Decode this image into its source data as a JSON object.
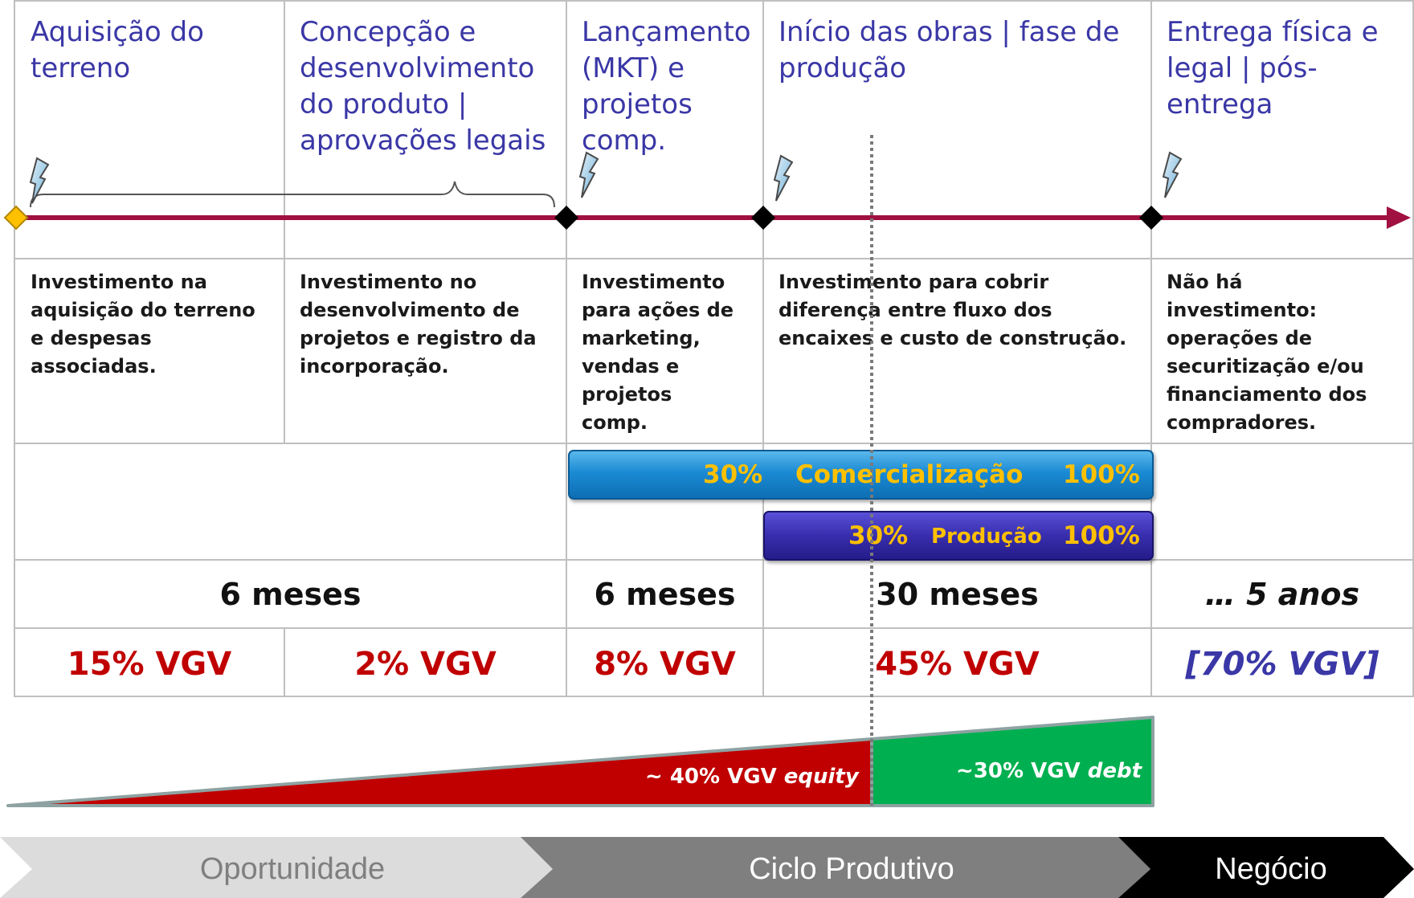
{
  "stages": [
    {
      "id": "terreno",
      "title": "Aquisição do\nterreno",
      "description": "Investimento na\naquisição do terreno\ne despesas\nassociadas."
    },
    {
      "id": "concepcao",
      "title": "Concepção e\ndesenvolvimento\ndo produto |\naprovações legais",
      "description": "Investimento no\ndesenvolvimento de\nprojetos e registro da\nincorporação."
    },
    {
      "id": "lancamento",
      "title": "Lançamento\n(MKT) e\nprojetos\ncomp.",
      "description": "Investimento\npara ações de\nmarketing,\nvendas e\nprojetos\ncomp."
    },
    {
      "id": "obras",
      "title": "Início das obras | fase de\nprodução",
      "description": "Investimento para cobrir\ndiferença entre fluxo dos\nencaixes e custo de construção."
    },
    {
      "id": "entrega",
      "title": "Entrega física e\nlegal | pós-\nentrega",
      "description": "Não há\ninvestimento:\noperações de\nsecuritização e/ou\nfinanciamento dos\ncompradores."
    }
  ],
  "bars": {
    "comercializacao": {
      "start": "30%",
      "label": "Comercialização",
      "end": "100%",
      "color": "#1a8ad4"
    },
    "producao": {
      "start": "30%",
      "label": "Produção",
      "end": "100%",
      "color": "#3a30b0"
    }
  },
  "durations": {
    "phase1": "6 meses",
    "phase2": "6 meses",
    "phase3": "30 meses",
    "phase4_prefix": "… ",
    "phase4_suffix": "5 anos"
  },
  "vgv": {
    "terreno": "15% VGV",
    "concepcao": "2% VGV",
    "lancamento": "8% VGV",
    "obras": "45% VGV",
    "entrega": "[70% VGV]"
  },
  "funding": {
    "equity_prefix": "~ 40% VGV ",
    "equity_word": "equity",
    "debt_prefix": "~30% VGV ",
    "debt_word": "debt"
  },
  "phases": [
    "Oportunidade",
    "Ciclo Produtivo",
    "Negócio"
  ],
  "colors": {
    "title_text": "#3a37a6",
    "timeline": "#a01040",
    "vgv_red": "#c00000",
    "vgv_blue": "#3a37a6",
    "equity": "#c00000",
    "debt": "#00b050",
    "arrow1": "#dcdcdc",
    "arrow2": "#7f7f7f",
    "arrow3": "#000000",
    "start_marker": "#ffc000"
  }
}
